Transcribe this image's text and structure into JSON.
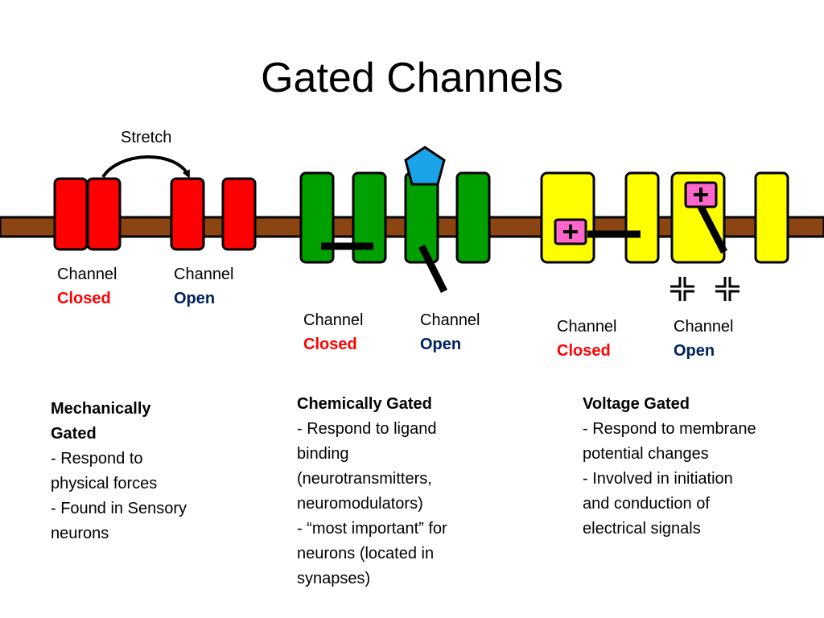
{
  "title": "Gated Channels",
  "stretch_label": "Stretch",
  "mechanical": {
    "closed": {
      "line1": "Channel",
      "line2": "Closed"
    },
    "open": {
      "line1": "Channel",
      "line2": "Open"
    },
    "desc": {
      "head1": "Mechanically",
      "head2": "Gated",
      "lines": [
        "- Respond to",
        "physical forces",
        "- Found in Sensory",
        "neurons"
      ]
    }
  },
  "chemical": {
    "closed": {
      "line1": "Channel",
      "line2": "Closed"
    },
    "open": {
      "line1": "Channel",
      "line2": "Open"
    },
    "desc": {
      "head": "Chemically Gated",
      "lines": [
        "- Respond to ligand",
        "binding",
        "(neurotransmitters,",
        "neuromodulators)",
        "- “most important” for",
        "neurons (located in",
        "synapses)"
      ]
    }
  },
  "voltage": {
    "closed": {
      "line1": "Channel",
      "line2": "Closed"
    },
    "open": {
      "line1": "Channel",
      "line2": "Open"
    },
    "desc": {
      "head": "Voltage Gated",
      "lines": [
        "- Respond to membrane",
        "potential changes",
        "- Involved in initiation",
        "and conduction of",
        "electrical signals"
      ]
    }
  },
  "plus_symbol": "+",
  "colors": {
    "mechanical": "#ff0000",
    "chemical": "#00a000",
    "voltage": "#ffff00",
    "membrane": "#8b4513",
    "ligand": "#1aa3e8",
    "charge": "#ff66cc"
  }
}
